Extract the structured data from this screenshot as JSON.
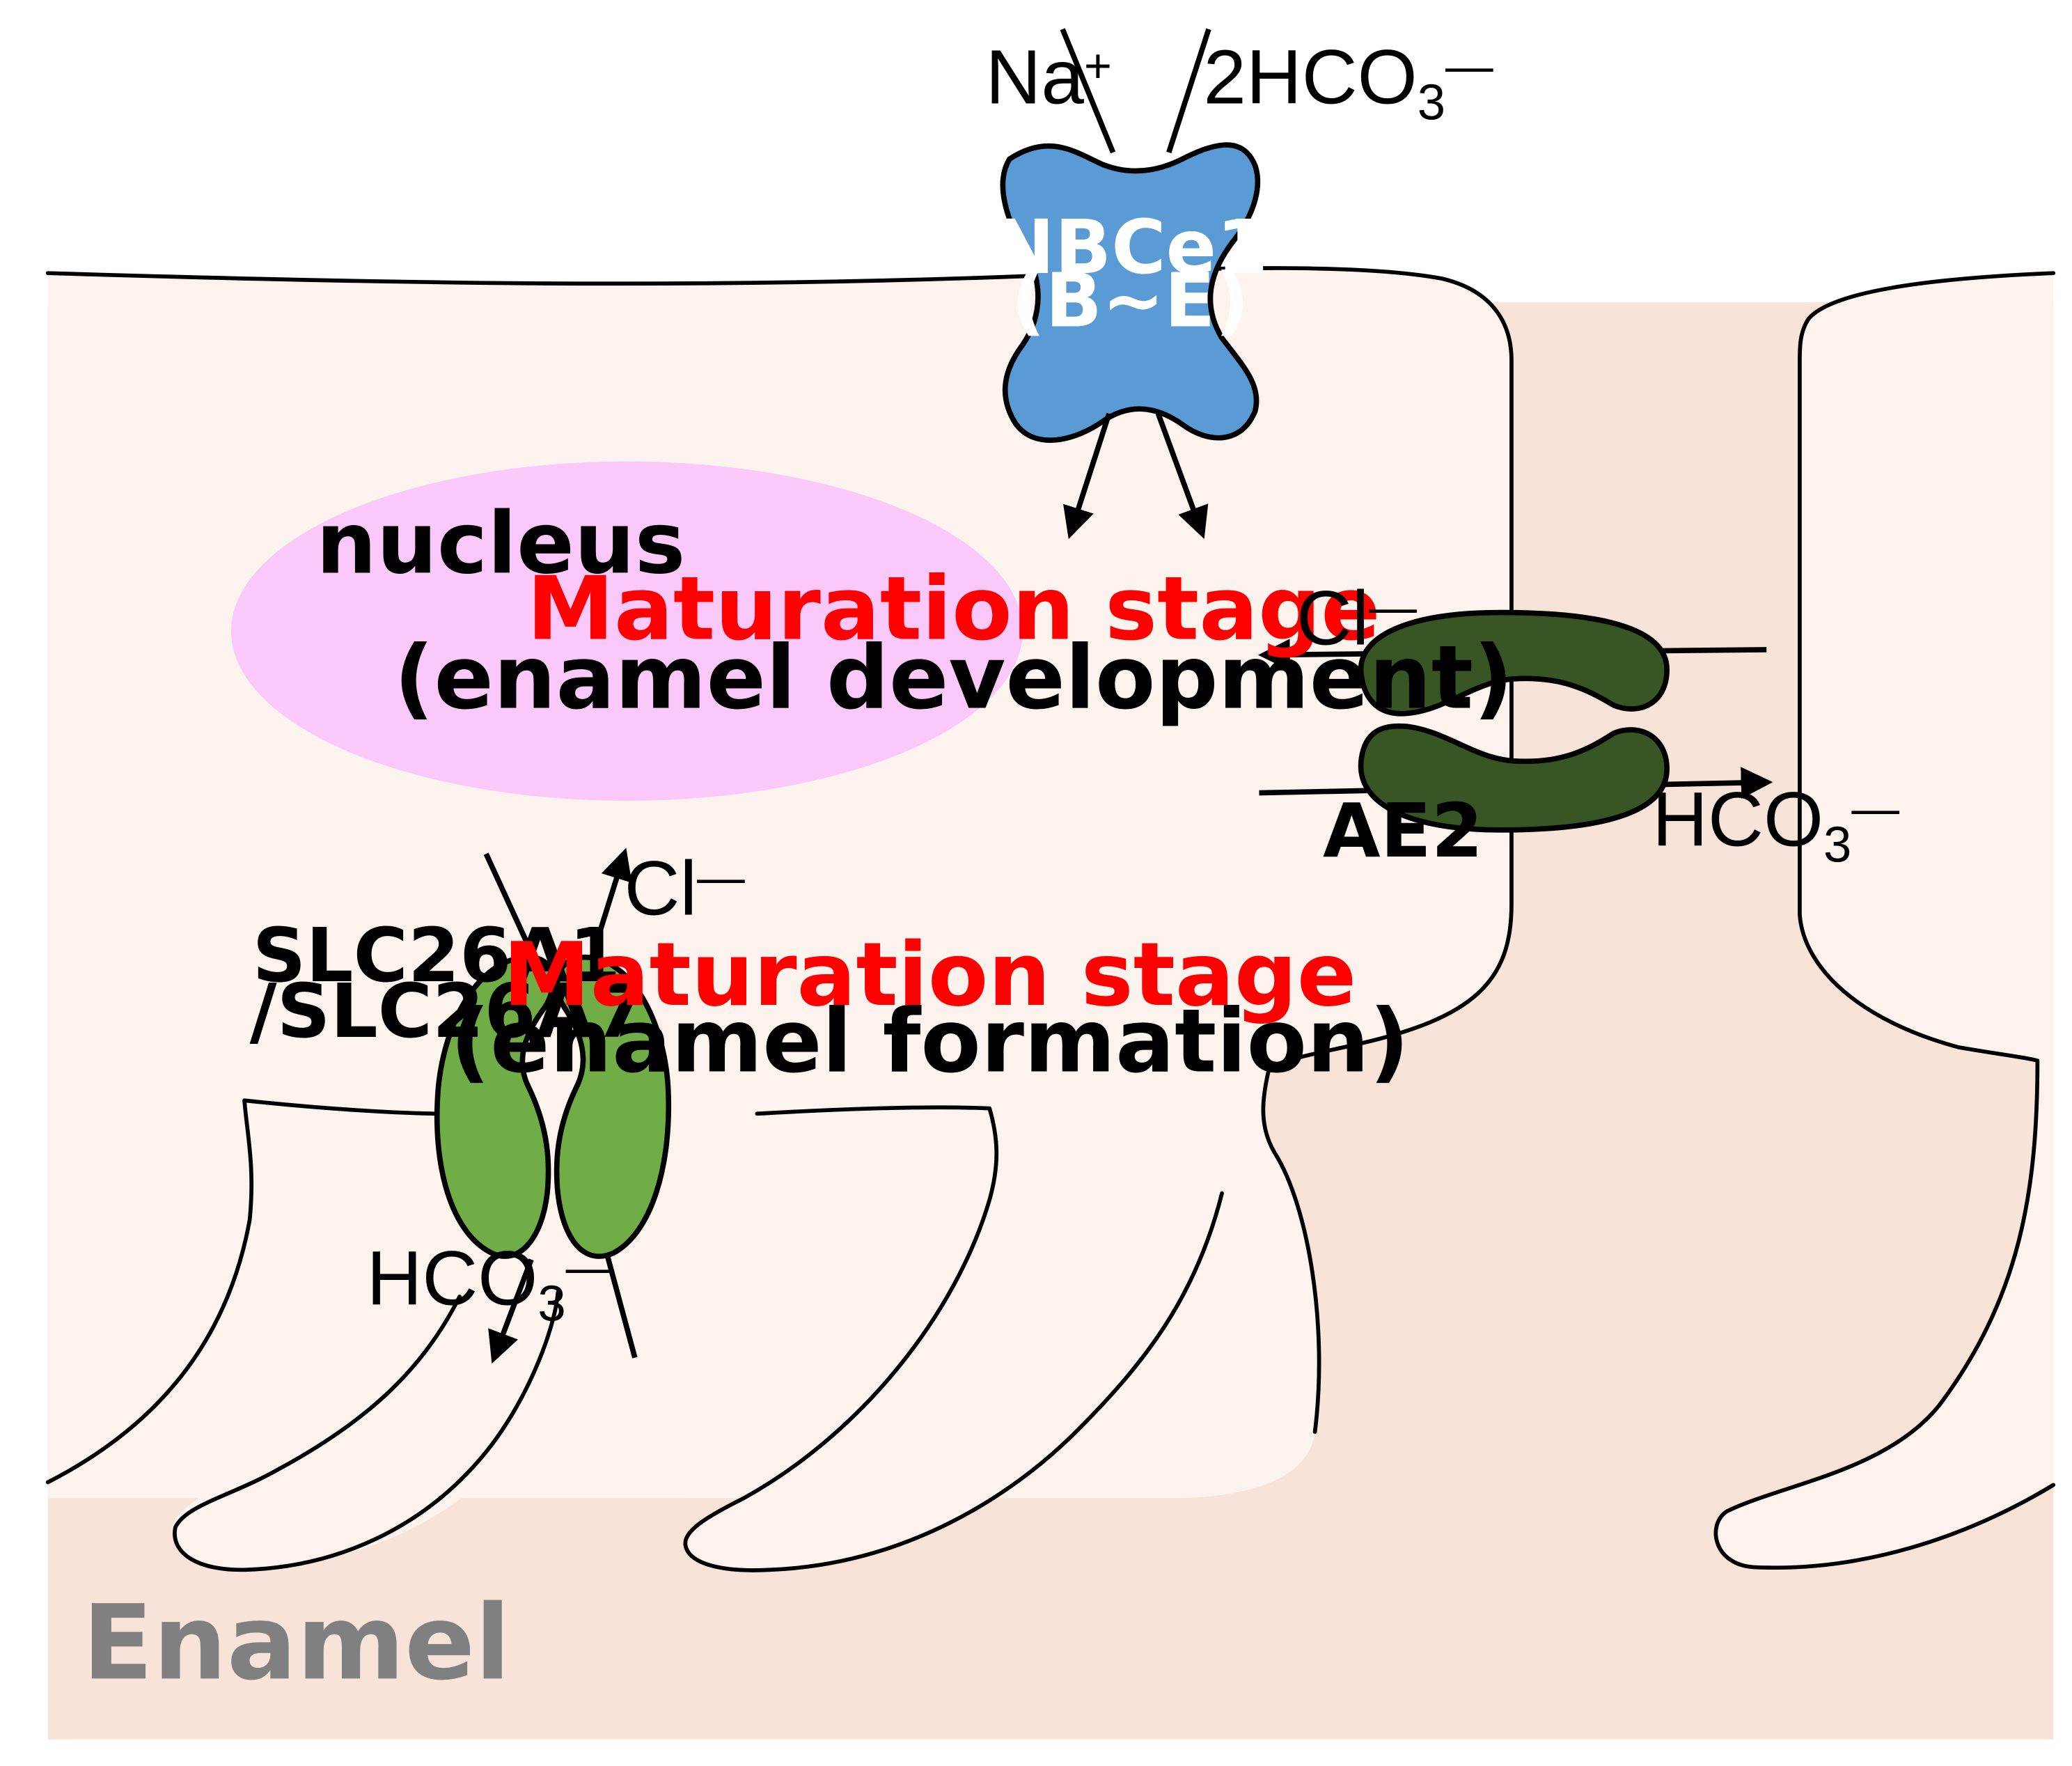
{
  "colors": {
    "background": "#ffffff",
    "cell": "#fcf3ee",
    "enamel": "#f7e3d8",
    "outline": "#000000",
    "nucleus": "#fbc9f9",
    "nbce1": "#5b9bd5",
    "ae2": "#375623",
    "slc26": "#70ad47",
    "stage_text": "#ff0000",
    "enamel_text": "#808080",
    "nbce1_text": "#ffffff"
  },
  "labels": {
    "nbce1_name": "NBCe1",
    "nbce1_variants": "(B~E)",
    "na_ion": "Na",
    "na_charge": "+",
    "nbce1_bicarb_prefix": "2HCO",
    "nbce1_bicarb_sub": "3",
    "nbce1_bicarb_charge": "—",
    "nucleus": "nucleus",
    "maturation_stage_1": "Maturation stage",
    "enamel_development": "(enamel development)",
    "ae2_cl": "Cl",
    "ae2_cl_charge": "—",
    "ae2_name": "AE2",
    "ae2_bicarb_prefix": "HCO",
    "ae2_bicarb_sub": "3",
    "ae2_bicarb_charge": "—",
    "slc_name_line1": "SLC26A1",
    "slc_name_line2": "/SLC26A7",
    "slc_cl": "Cl",
    "slc_cl_charge": "—",
    "slc_bicarb_prefix": "HCO",
    "slc_bicarb_sub": "3",
    "slc_bicarb_charge": "—",
    "maturation_stage_2": "Maturation stage",
    "enamel_formation": "(enamel formation)",
    "enamel": "Enamel"
  }
}
